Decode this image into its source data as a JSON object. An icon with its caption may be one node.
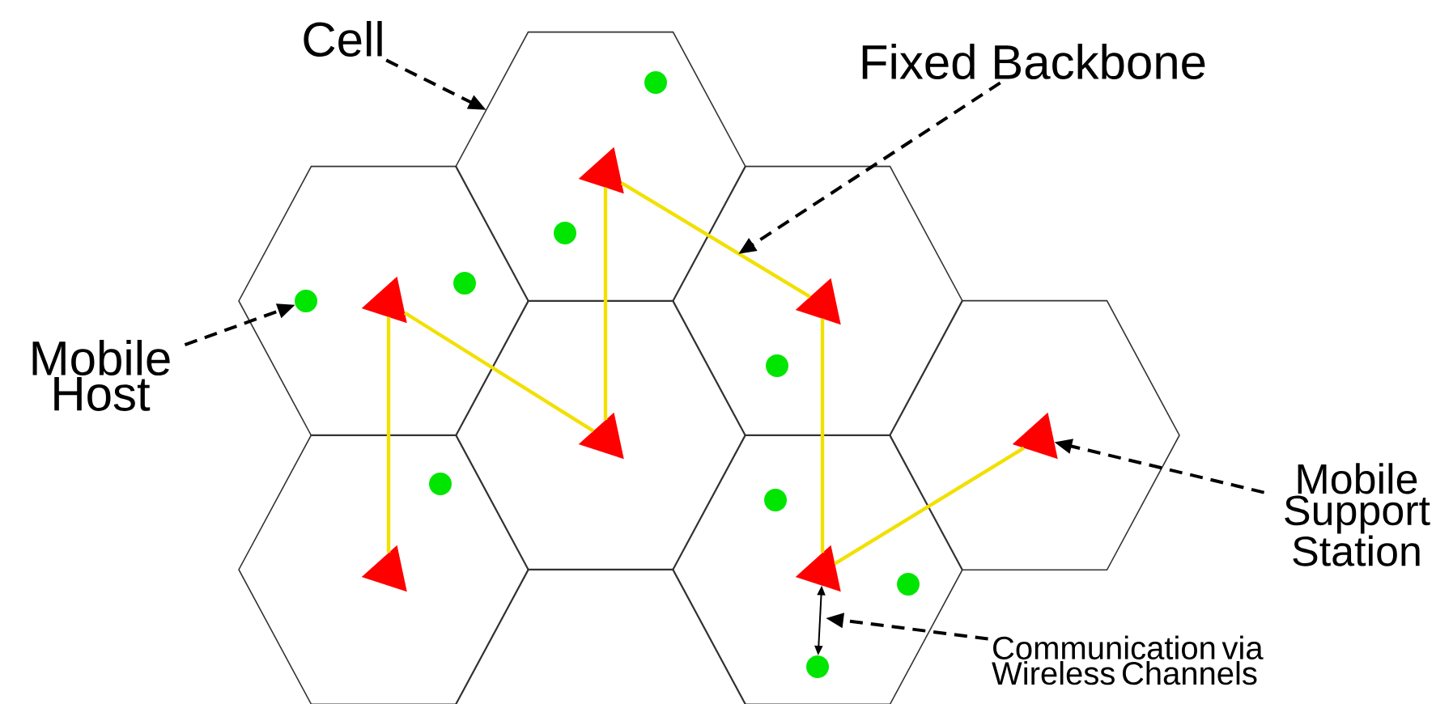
{
  "diagram": {
    "nodes": [
      {
        "text": [
          "Cell"
        ]
      },
      {
        "text": [
          "Fixed Backbone"
        ]
      },
      {
        "text": [
          "Mobile Host"
        ]
      },
      {
        "text": [
          "Mobile Support Station"
        ]
      },
      {
        "text": [
          "Communication via Wireless Channels"
        ]
      },
      {
        "text": [],
        "shape": "hexagon"
      },
      {
        "text": [],
        "shape": "hexagon"
      },
      {
        "text": [],
        "shape": "hexagon"
      },
      {
        "text": [],
        "shape": "hexagon"
      },
      {
        "text": [],
        "shape": "hexagon"
      },
      {
        "text": [],
        "shape": "hexagon"
      },
      {
        "text": [],
        "shape": "hexagon"
      },
      {
        "text": [],
        "shape": "hexagon"
      },
      {
        "text": [],
        "shape": "triangle",
        "in": 5
      },
      {
        "text": [],
        "shape": "triangle",
        "in": 6
      },
      {
        "text": [],
        "shape": "triangle",
        "in": 7
      },
      {
        "text": [],
        "shape": "triangle",
        "in": 8
      },
      {
        "text": [],
        "shape": "triangle",
        "in": 9
      },
      {
        "text": [],
        "shape": "triangle",
        "in": 10
      },
      {
        "text": [],
        "shape": "triangle",
        "in": 11
      },
      {
        "text": [],
        "shape": "circle",
        "in": 5
      },
      {
        "text": [],
        "shape": "circle",
        "in": 5
      },
      {
        "text": [],
        "shape": "circle",
        "in": 6
      },
      {
        "text": [],
        "shape": "circle",
        "in": 6
      },
      {
        "text": [],
        "shape": "circle",
        "in": 7
      },
      {
        "text": [],
        "shape": "circle",
        "in": 10
      },
      {
        "text": [],
        "shape": "circle",
        "in": 11
      },
      {
        "text": [],
        "shape": "circle",
        "in": 11
      },
      {
        "text": [],
        "shape": "circle",
        "in": 11
      }
    ],
    "edges": [
      {
        "from": 14,
        "to": 18,
        "arrow": "none"
      },
      {
        "from": 14,
        "to": 16,
        "arrow": "none"
      },
      {
        "from": 16,
        "to": 13,
        "arrow": "none"
      },
      {
        "from": 13,
        "to": 15,
        "arrow": "none"
      },
      {
        "from": 15,
        "to": 19,
        "arrow": "none"
      },
      {
        "from": 19,
        "to": 17,
        "arrow": "none"
      },
      {
        "from": 19,
        "to": 28,
        "arrow": "both",
        "color": "#000000"
      },
      {
        "from": 0,
        "to": 5,
        "arrow": "to",
        "style": "dashed",
        "color": "#000000"
      },
      {
        "from": 1,
        "to": null,
        "arrow": "to",
        "style": "dashed",
        "color": "#000000"
      },
      {
        "from": 2,
        "to": 22,
        "arrow": "to",
        "style": "dashed",
        "color": "#000000"
      },
      {
        "from": 3,
        "to": 17,
        "arrow": "to",
        "style": "dashed",
        "color": "#000000"
      },
      {
        "from": 4,
        "to": null,
        "arrow": "to",
        "style": "dashed",
        "color": "#000000"
      }
    ]
  }
}
